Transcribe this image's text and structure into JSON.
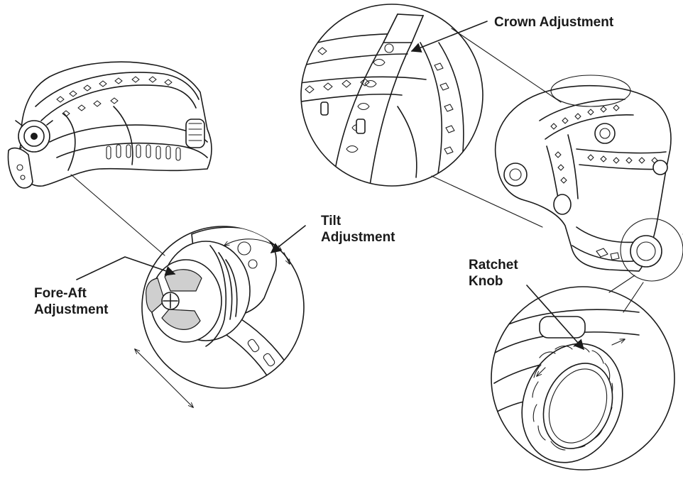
{
  "labels": {
    "crown": "Crown Adjustment",
    "tilt_line1": "Tilt",
    "tilt_line2": "Adjustment",
    "fore_aft_line1": "Fore-Aft",
    "fore_aft_line2": "Adjustment",
    "ratchet_line1": "Ratchet",
    "ratchet_line2": "Knob"
  }
}
